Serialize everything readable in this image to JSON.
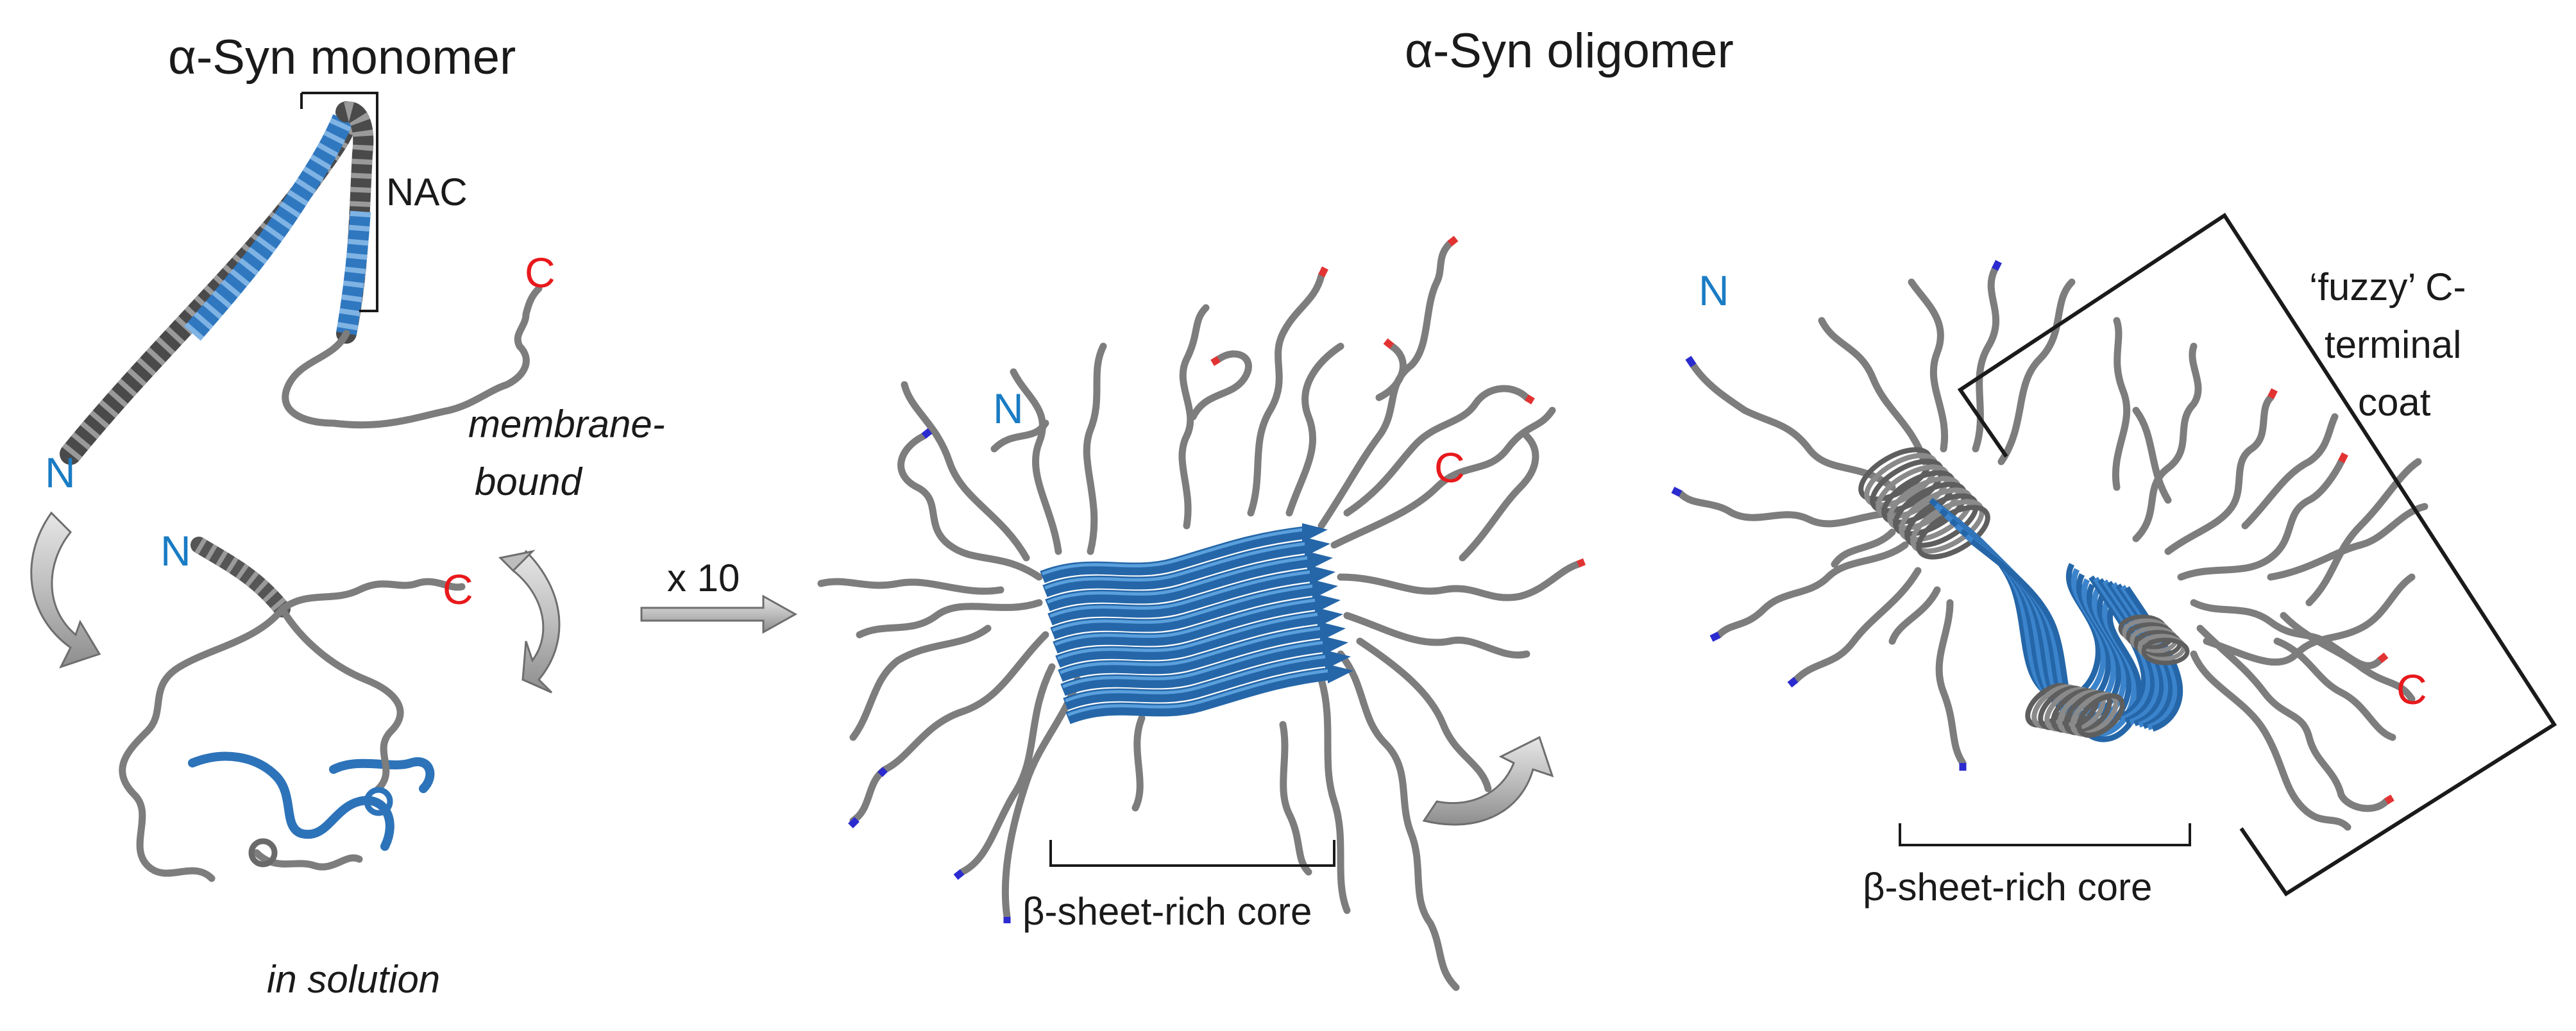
{
  "monomer": {
    "title": "α-Syn monomer",
    "nac_label": "NAC",
    "membrane_label_line1": "membrane-",
    "membrane_label_line2": "bound",
    "solution_label": "in solution",
    "n_top": "N",
    "c_top": "C",
    "n_bottom": "N",
    "c_bottom": "C"
  },
  "arrow": {
    "label": "x 10"
  },
  "oligomer": {
    "title": "α-Syn oligomer",
    "n_label": "N",
    "c_label": "C",
    "core_label": "β-sheet-rich core"
  },
  "oligomer_rotated": {
    "n_label": "N",
    "c_label": "C",
    "core_label": "β-sheet-rich core",
    "fuzzy_line1": "‘fuzzy’ C-",
    "fuzzy_line2": "terminal",
    "fuzzy_line3": "coat"
  },
  "colors": {
    "n_terminus": "#1a7cc4",
    "c_terminus": "#e8191c",
    "beta_sheet": "#2566a8",
    "coil": "#7d7d7d"
  }
}
